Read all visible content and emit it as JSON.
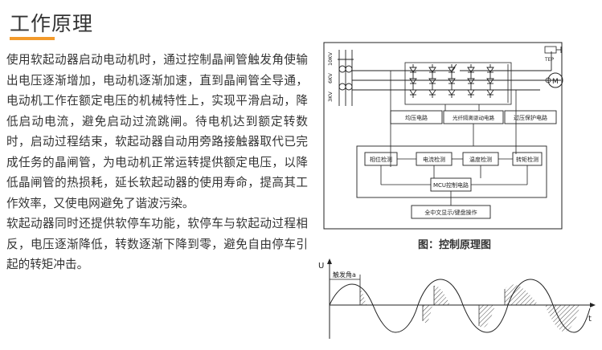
{
  "header": {
    "title": "工作原理"
  },
  "article": {
    "paragraph1": "使用软起动器启动电动机时，通过控制晶闸管触发角使输出电压逐渐增加，电动机逐渐加速，直到晶闸管全导通，电动机工作在额定电压的机械特性上，实现平滑启动，降低启动电流，避免启动过流跳闸。待电机达到额定转数时，启动过程结束，软起动器自动用旁路接触器取代已完成任务的晶闸管，为电动机正常运转提供额定电压，以降低晶闸管的热损耗，延长软起动器的使用寿命，提高其工作效率，又使电网避免了谐波污染。",
    "paragraph2": "软起动器同时还提供软停车功能，软停车与软起动过程相反，电压逐渐降低，转数逐渐下降到零，避免自由停车引起的转矩冲击。"
  },
  "diagram": {
    "caption": "图：控制原理图",
    "voltage_labels": [
      "3KV",
      "6KV",
      "10KV"
    ],
    "tep_label": "TEP",
    "motor_label": "M",
    "blocks": {
      "equalizing": "均压电路",
      "fiber_driver": "光纤隔离驱动电路",
      "overvoltage": "过压保护电路",
      "phase_detect": "相位检测",
      "current_detect": "电流检测",
      "temp_detect": "温度检测",
      "torque_detect": "转矩检测",
      "mcu": "MCU控制电路",
      "display": "全中文显示/键盘操作"
    }
  },
  "waveform": {
    "y_label": "U",
    "x_label": "t",
    "trigger_label": "触发角a"
  },
  "colors": {
    "accent": "#f39a2b",
    "text": "#333333",
    "line": "#222222"
  }
}
